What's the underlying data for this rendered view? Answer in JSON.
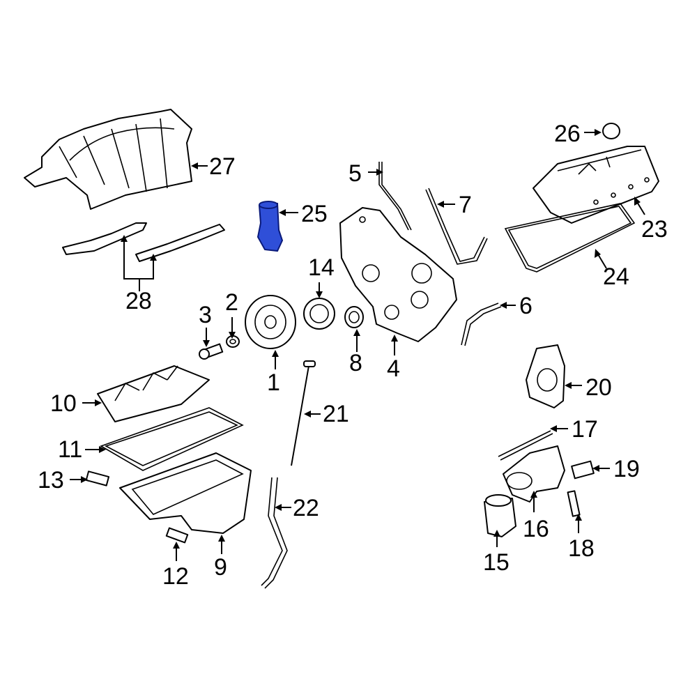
{
  "diagram": {
    "highlight_color": "#2f4fd8",
    "callouts": [
      "1",
      "2",
      "3",
      "4",
      "5",
      "6",
      "7",
      "8",
      "9",
      "10",
      "11",
      "12",
      "13",
      "14",
      "15",
      "16",
      "17",
      "18",
      "19",
      "20",
      "21",
      "22",
      "23",
      "24",
      "25",
      "26",
      "27",
      "28"
    ]
  }
}
